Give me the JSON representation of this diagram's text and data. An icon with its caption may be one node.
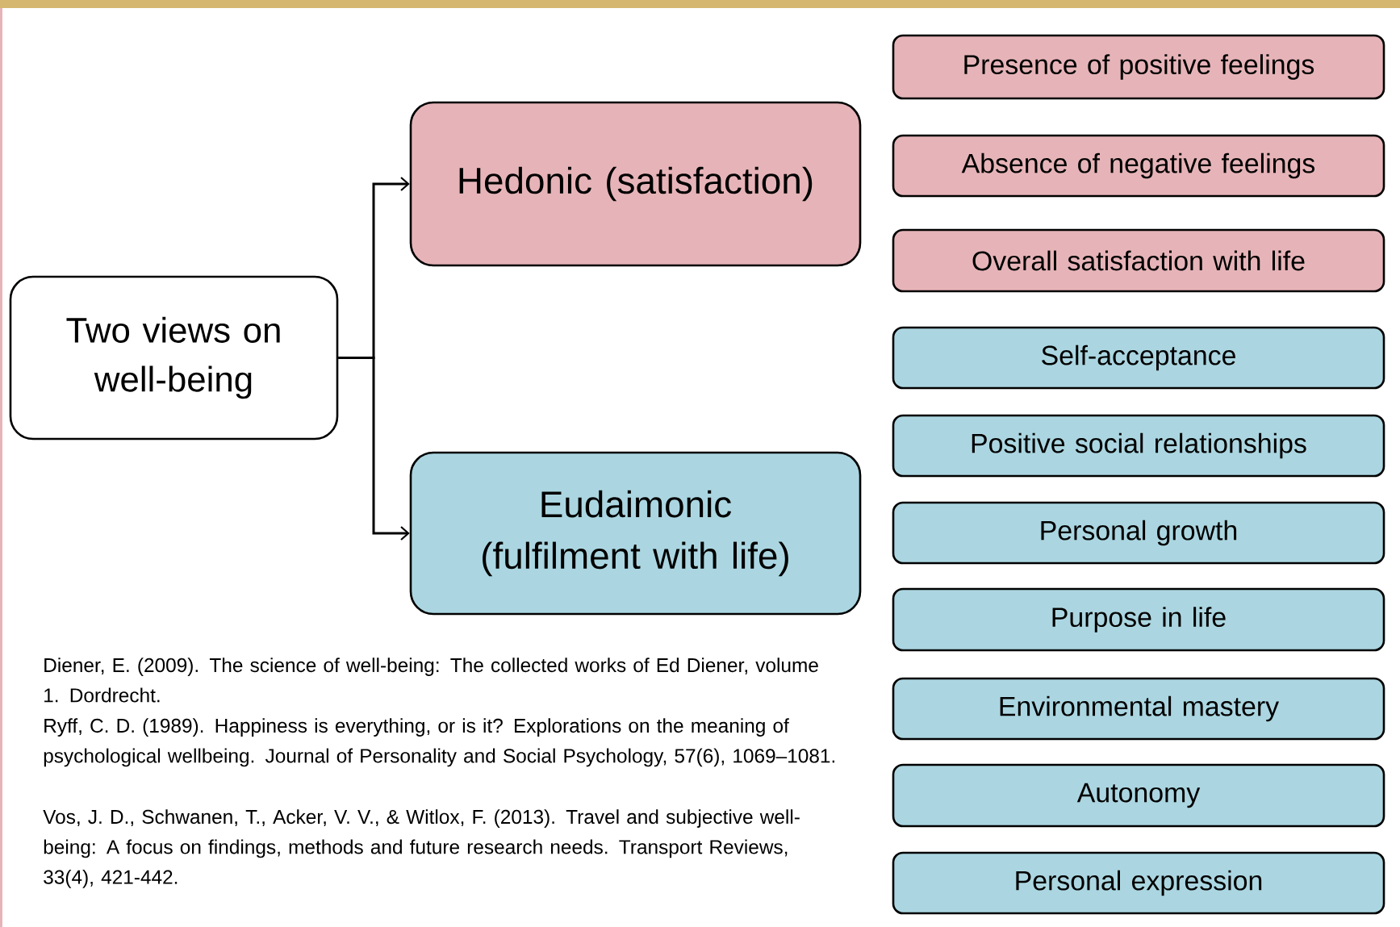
{
  "diagram": {
    "nodes": [
      {
        "text": [
          "Two views on well-being"
        ]
      },
      {
        "text": [
          "Hedonic (satisfaction)"
        ]
      },
      {
        "text": [
          "Eudaimonic (fulfilment with life)"
        ]
      },
      {
        "text": [
          "Presence of positive feelings"
        ]
      },
      {
        "text": [
          "Absence of negative feelings"
        ]
      },
      {
        "text": [
          "Overall satisfaction with life"
        ]
      },
      {
        "text": [
          "Self-acceptance"
        ]
      },
      {
        "text": [
          "Positive social relationships"
        ]
      },
      {
        "text": [
          "Personal growth"
        ]
      },
      {
        "text": [
          "Purpose in life"
        ]
      },
      {
        "text": [
          "Environmental mastery"
        ]
      },
      {
        "text": [
          "Autonomy"
        ]
      },
      {
        "text": [
          "Personal expression"
        ]
      }
    ],
    "edges": [
      {
        "from": 0,
        "to": 1,
        "arrow": "to"
      },
      {
        "from": 0,
        "to": 2,
        "arrow": "to"
      }
    ],
    "labels": [
      "Diener, E. (2009). The science of well-being: The collected works of Ed Diener, volume 1. Dordrecht.",
      "Ryff, C. D. (1989). Happiness is everything, or is it? Explorations on the meaning of psychological wellbeing. Journal of Personality and Social Psychology, 57(6), 1069–1081.",
      "Vos, J. D., Schwanen, T., Acker, V. V., & Witlox, F. (2013). Travel and subjective well-being: A focus on findings, methods and future research needs. Transport Reviews, 33(4), 421-442."
    ]
  }
}
